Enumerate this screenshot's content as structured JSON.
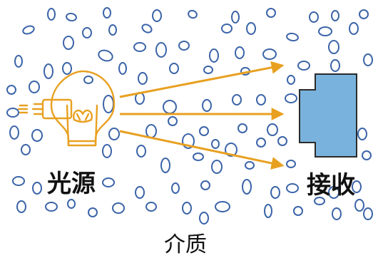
{
  "labels": {
    "source": "光源",
    "receiver": "接收",
    "medium": "介质"
  },
  "colors": {
    "particle": "#3b64a8",
    "ray": "#e8a020",
    "bulb": "#e8a020",
    "receiver_fill": "#79b3dd",
    "receiver_stroke": "#2a2a2a",
    "text": "#111111"
  },
  "icons": {
    "source": "light-bulb-icon",
    "receiver": "receiver-box-icon"
  },
  "rays": {
    "count": 3
  }
}
